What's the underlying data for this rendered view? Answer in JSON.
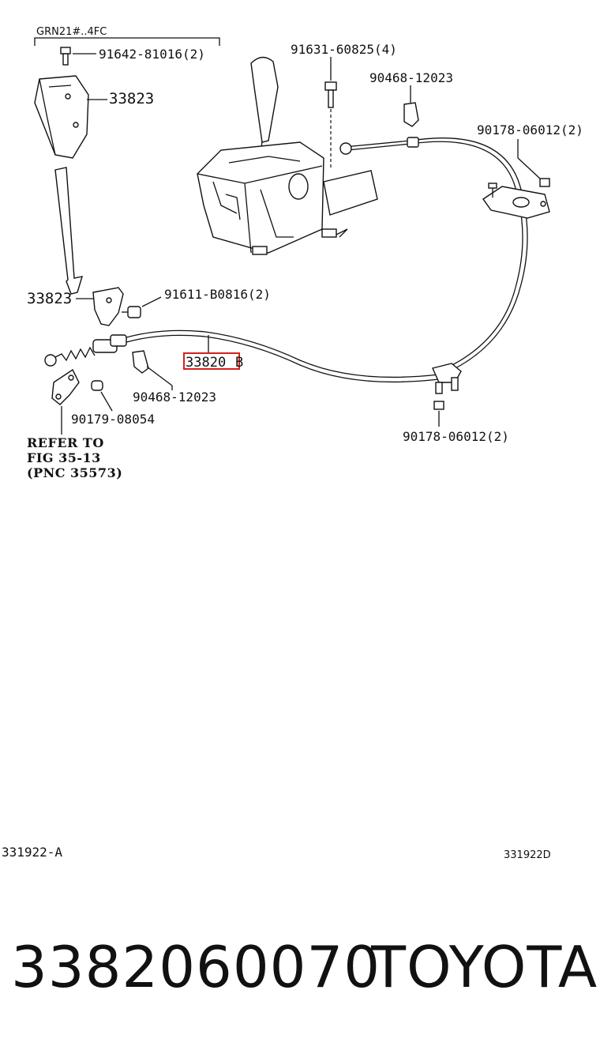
{
  "header": {
    "model_code": "GRN21#..4FC"
  },
  "labels": {
    "bolt_top_left": "91642-81016(2)",
    "bracket_upper": "33823",
    "bracket_lower": "33823",
    "bolt_shifter": "91631-60825(4)",
    "clip_upper": "90468-12023",
    "nut_right_upper": "90178-06012(2)",
    "bolt_bracket": "91611-B0816(2)",
    "cable_highlight": "33820",
    "cable_suffix": "B",
    "clip_lower": "90468-12023",
    "nut_lower_left": "90179-08054",
    "nut_right_lower": "90178-06012(2)",
    "refer_line1": "REFER TO",
    "refer_line2": "FIG 35-13",
    "refer_line3": "(PNC 35573)",
    "fig_code_left": "331922-A",
    "fig_code_right": "331922D"
  },
  "footer": {
    "part_number": "3382060070",
    "brand": "TOYOTA"
  },
  "colors": {
    "highlight": "#d62020",
    "ink": "#111111"
  }
}
